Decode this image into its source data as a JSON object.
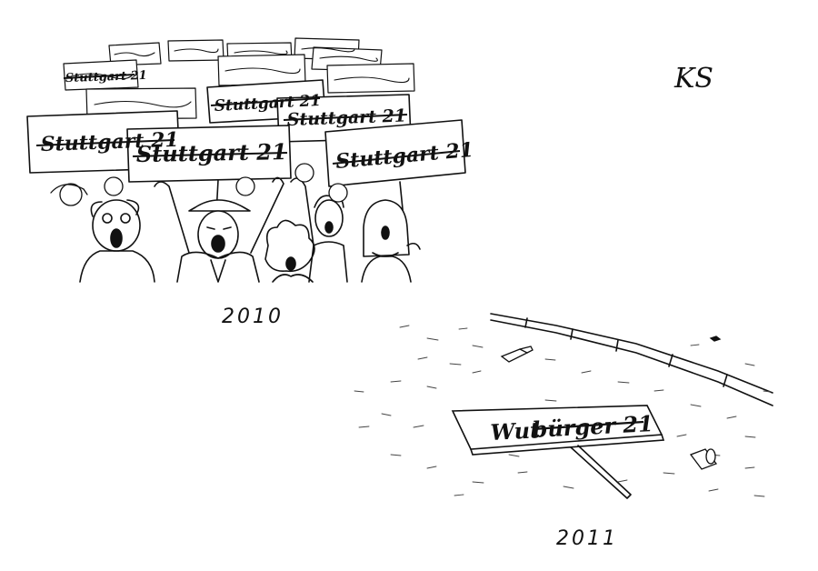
{
  "signature": "KS",
  "panels": {
    "protest": {
      "year": "2010",
      "sign_text": "Stuttgart 21",
      "signs": [
        {
          "text": "Stuttgart 21",
          "strike_from": 0.0,
          "strike_to": 1.0
        },
        {
          "text": "Stuttgart 21",
          "strike_from": 0.0,
          "strike_to": 1.0
        },
        {
          "text": "Stuttgart 21",
          "strike_from": 0.0,
          "strike_to": 1.0
        },
        {
          "text": "Stuttgart 21",
          "strike_from": 0.0,
          "strike_to": 1.0
        },
        {
          "text": "Stuttgart 21",
          "strike_from": 0.0,
          "strike_to": 1.0
        },
        {
          "text": "Stuttgart 21",
          "strike_from": 0.0,
          "strike_to": 1.0
        }
      ]
    },
    "aftermath": {
      "year": "2011",
      "fallen_sign_word_1": "Wut",
      "fallen_sign_word_2": "bürger 21"
    }
  }
}
